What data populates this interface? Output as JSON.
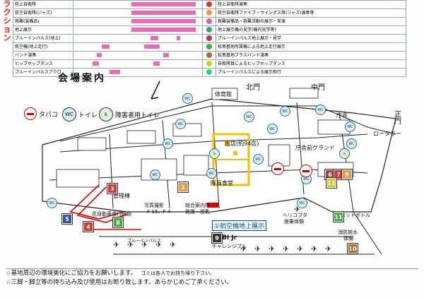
{
  "schedule": {
    "side_title": "ラクション",
    "rows": [
      {
        "name": "陸上自衛隊",
        "desc": "陸上自衛隊演奏",
        "bars": [
          {
            "s": 0.45,
            "w": 0.5
          }
        ]
      },
      {
        "name": "航空自衛隊(ジャズ)",
        "desc": "航空自衛隊ファイブ・ウイングス等(ジャズ)演奏等",
        "bars": [
          {
            "s": 0.45,
            "w": 0.5
          }
        ]
      },
      {
        "name": "救難(装備品)",
        "desc": "救難装備品・救難活動の展示・実演",
        "bars": [
          {
            "s": 0.45,
            "w": 0.5
          }
        ]
      },
      {
        "name": "地上展示",
        "desc": "地上展示機の見学(機内見学等)",
        "bars": [
          {
            "s": 0.45,
            "w": 0.5
          }
        ]
      },
      {
        "name": "ブルーインパルス(地上)",
        "desc": "ブルーインパルス地上展示・見学",
        "bars": [
          {
            "s": 0.6,
            "w": 0.06
          },
          {
            "s": 0.8,
            "w": 0.03
          }
        ]
      },
      {
        "name": "航空機(地上走行)",
        "desc": "松島基地所属機による地上走行展示",
        "bars": [
          {
            "s": 0.22,
            "w": 0.06
          },
          {
            "s": 0.55,
            "w": 0.12
          }
        ]
      },
      {
        "name": "バンド演奏",
        "desc": "松島基地ブラスバンド演奏",
        "bars": [
          {
            "s": 0.18,
            "w": 0.04
          },
          {
            "s": 0.7,
            "w": 0.04
          }
        ]
      },
      {
        "name": "ヒップホップダンス",
        "desc": "自衛隊員によるヒップホップダンス",
        "bars": [
          {
            "s": 0.15,
            "w": 0.05
          },
          {
            "s": 0.62,
            "w": 0.05
          }
        ]
      },
      {
        "name": "ブルーインパルスアクロ",
        "desc": "ブルーインパルスによる展示飛行",
        "bars": [
          {
            "s": 0.28,
            "w": 0.08
          }
        ]
      }
    ],
    "colors": [
      "#d33",
      "#e94",
      "#c6a",
      "#3a7",
      "#b35",
      "#4a4",
      "#a63",
      "#cc2",
      "#3c8"
    ]
  },
  "map": {
    "title": "会場案内",
    "legend": [
      {
        "icon": "tobacco-icon",
        "label": "タバコ"
      },
      {
        "icon": "wc-icon",
        "label": "トイレ",
        "text": "WC"
      },
      {
        "icon": "accessible-toilet-icon",
        "label": "障害者用トイレ"
      }
    ],
    "gates": {
      "north": "北門",
      "middle": "中門",
      "main": "正門"
    },
    "labels": {
      "gym": "体育館",
      "cafeteria": "庁舎",
      "booths": "出店(約94店)",
      "hq_ground": "庁舎前グランド",
      "rotary": "ロータリー",
      "dining": "隊員食堂",
      "mgmt": "管理棟",
      "hangar_route": "花自動車運行経路",
      "photo": "写真撮影",
      "photo_loc": "F-15、F-4",
      "consult": "総合案内所",
      "consult2": "救護・授乳",
      "ground_display": "①航空機地上展示",
      "heli": "ヘリコプタ",
      "heli2": "搭乗体験",
      "pet": "ペットボトル",
      "firetruck": "消防放水",
      "firetruck2": "体験",
      "bi_jr": "BI Jr",
      "bi_jr2": "チャレンジブル",
      "blue_label": "ブルーインパルス"
    },
    "markers": [
      "1",
      "2",
      "3",
      "4",
      "5",
      "6",
      "7",
      "8",
      "9",
      "10",
      "11"
    ]
  },
  "footer": {
    "line1": "☆基地周辺の環境美化にご協力をお願いします。",
    "line1b": "ゴミは各人でお持ち帰り下さい。",
    "line2": "☆三脚・脚立等の持ち込み及び使用はお断り致します。あらかじめご了承ください。"
  }
}
